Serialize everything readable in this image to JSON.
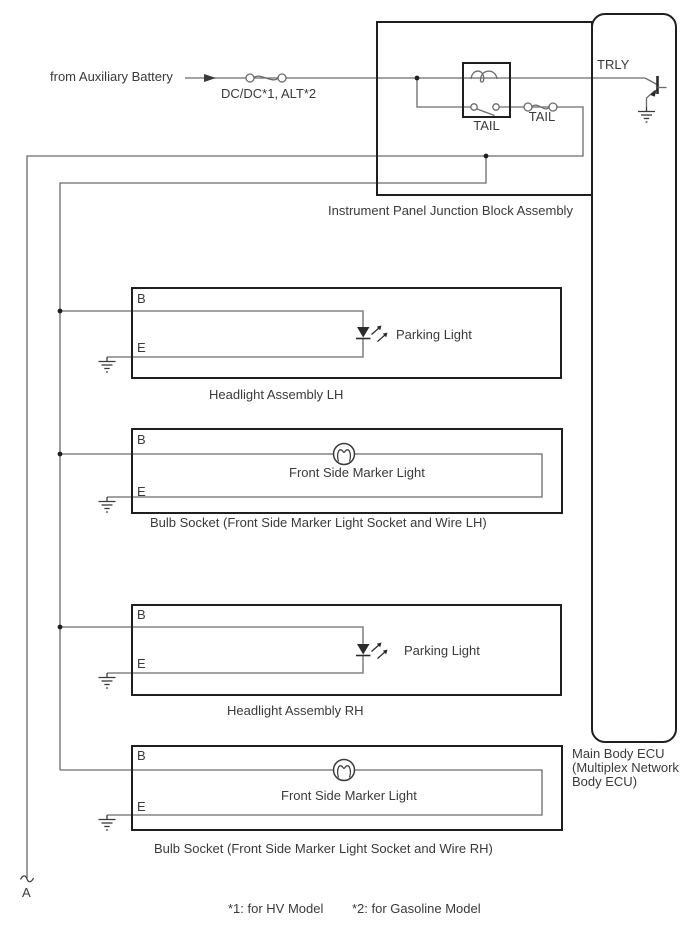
{
  "diagram": {
    "source": "from Auxiliary Battery",
    "fusible_link": "DC/DC*1, ALT*2",
    "junction_block": {
      "name": "Instrument Panel Junction Block Assembly",
      "relay": "TAIL",
      "fuse": "TAIL"
    },
    "ecu": {
      "terminal": "TRLY",
      "name_line1": "Main Body ECU",
      "name_line2": "(Multiplex Network",
      "name_line3": "Body ECU)"
    },
    "components": [
      {
        "terminal_b": "B",
        "terminal_e": "E",
        "load": "Parking Light",
        "name": "Headlight Assembly LH"
      },
      {
        "terminal_b": "B",
        "terminal_e": "E",
        "load": "Front Side Marker Light",
        "name": "Bulb Socket (Front Side Marker Light Socket and Wire LH)"
      },
      {
        "terminal_b": "B",
        "terminal_e": "E",
        "load": "Parking Light",
        "name": "Headlight Assembly RH"
      },
      {
        "terminal_b": "B",
        "terminal_e": "E",
        "load": "Front Side Marker Light",
        "name": "Bulb Socket (Front Side Marker Light Socket and Wire RH)"
      }
    ],
    "connector": "A",
    "footnote_1": "*1: for HV Model",
    "footnote_2": "*2: for Gasoline Model"
  }
}
